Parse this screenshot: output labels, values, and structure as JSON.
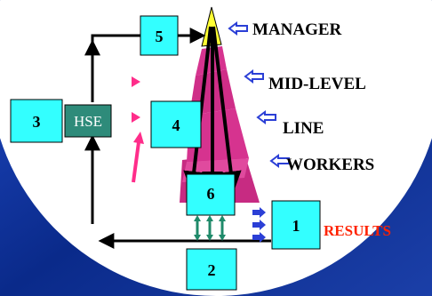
{
  "boxes": {
    "b5": "5",
    "b3": "3",
    "hse": "HSE",
    "b4": "4",
    "b6": "6",
    "b1": "1",
    "b2": "2"
  },
  "levels": {
    "manager": "MANAGER",
    "mid": "MID-LEVEL",
    "line": "LINE",
    "workers": "WORKERS"
  },
  "results": "RESULTS",
  "colors": {
    "background_blue": "#0a2a8a",
    "circle_white": "#ffffff",
    "box_fill": "#33ffff",
    "hse_fill": "#2e8b7a",
    "pyramid_magenta": "#d6338f",
    "pyramid_top_yellow": "#ffff33",
    "accent_pink": "#ff2d8a",
    "results_red": "#ff2200",
    "label_black": "#000000"
  },
  "icons": [
    "arrow-left-icon",
    "pink-triangle-icon",
    "double-arrow-icon",
    "pink-arrow-up-icon"
  ]
}
